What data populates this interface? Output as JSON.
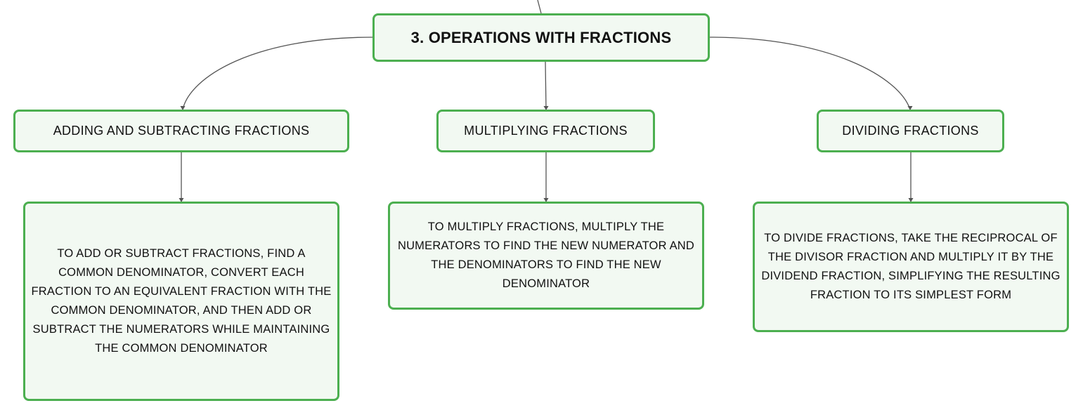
{
  "root": {
    "label": "3. OPERATIONS WITH FRACTIONS"
  },
  "branches": [
    {
      "label": "ADDING AND SUBTRACTING FRACTIONS",
      "detail": "TO ADD OR SUBTRACT FRACTIONS, FIND A COMMON DENOMINATOR, CONVERT EACH FRACTION TO AN EQUIVALENT FRACTION WITH THE COMMON DENOMINATOR, AND THEN ADD OR SUBTRACT THE NUMERATORS WHILE MAINTAINING THE COMMON DENOMINATOR"
    },
    {
      "label": "MULTIPLYING FRACTIONS",
      "detail": "TO MULTIPLY FRACTIONS, MULTIPLY THE NUMERATORS TO FIND THE NEW NUMERATOR AND THE DENOMINATORS TO FIND THE NEW DENOMINATOR"
    },
    {
      "label": "DIVIDING FRACTIONS",
      "detail": "TO DIVIDE FRACTIONS, TAKE THE RECIPROCAL OF THE DIVISOR FRACTION AND MULTIPLY IT BY THE DIVIDEND FRACTION, SIMPLIFYING THE RESULTING FRACTION TO ITS SIMPLEST FORM"
    }
  ],
  "colors": {
    "node_border": "#4caf50",
    "node_fill": "#f2f9f2",
    "connector": "#555555"
  }
}
